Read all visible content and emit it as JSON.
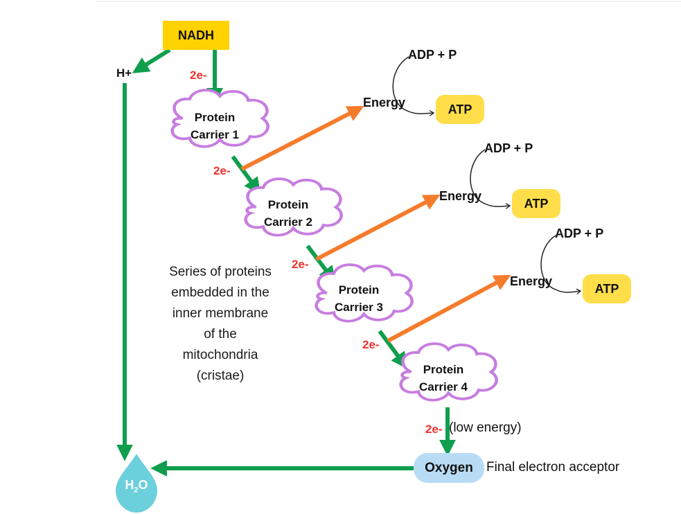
{
  "diagram": {
    "title": "Electron Transport Chain",
    "colors": {
      "electron_arrow": "#0f9e4e",
      "energy_arrow": "#f57c2c",
      "cloud_outline": "#c77de0",
      "nadh_fill": "#ffd200",
      "atp_fill": "#ffde4a",
      "oxygen_fill": "#b9dcf5",
      "water_fill": "#6ccfdc",
      "electron_label": "#f0302a"
    },
    "nadh": "NADH",
    "h_plus": "H+",
    "electron_label": "2e-",
    "carriers": [
      {
        "line1": "Protein",
        "line2": "Carrier 1"
      },
      {
        "line1": "Protein",
        "line2": "Carrier 2"
      },
      {
        "line1": "Protein",
        "line2": "Carrier 3"
      },
      {
        "line1": "Protein",
        "line2": "Carrier 4"
      }
    ],
    "energy_steps": [
      {
        "energy": "Energy",
        "adp": "ADP + P",
        "atp": "ATP"
      },
      {
        "energy": "Energy",
        "adp": "ADP + P",
        "atp": "ATP"
      },
      {
        "energy": "Energy",
        "adp": "ADP + P",
        "atp": "ATP"
      }
    ],
    "description": [
      "Series of proteins",
      "embedded in the",
      "inner membrane",
      "of the",
      "mitochondria",
      "(cristae)"
    ],
    "low_energy": "(low energy)",
    "oxygen": "Oxygen",
    "final_acceptor": "Final electron acceptor",
    "water": {
      "main": "H",
      "sub": "2",
      "end": "O"
    }
  }
}
